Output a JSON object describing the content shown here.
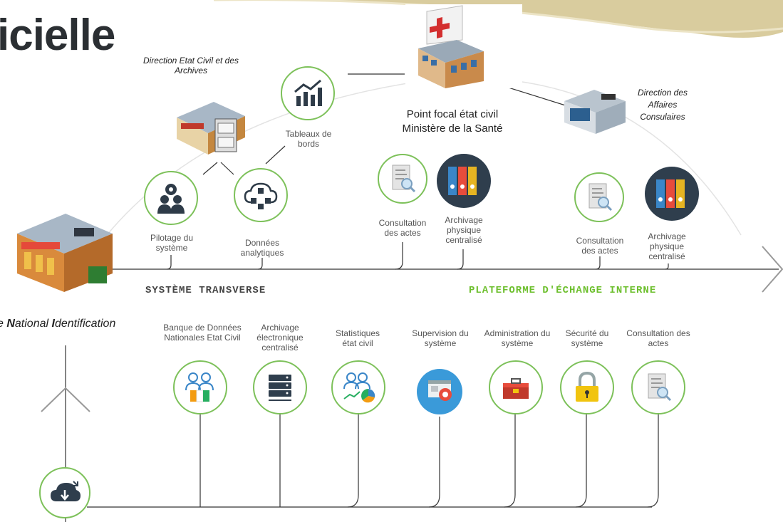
{
  "title_fragment": "icielle",
  "directions": {
    "etat_civil": "Direction Etat Civil et des Archives",
    "consulaires_1": "Direction des",
    "consulaires_2": "Affaires",
    "consulaires_3": "Consulaires"
  },
  "point_focal": {
    "line1": "Point focal état civil",
    "line2": "Ministère de la Santé"
  },
  "top_nodes": {
    "tableaux": "Tableaux de bords",
    "pilotage": "Pilotage du système",
    "donnees": "Données analytiques",
    "consultation_1": "Consultation des actes",
    "archivage_1": "Archivage physique centralisé",
    "consultation_2": "Consultation des actes",
    "archivage_2": "Archivage physique centralisé"
  },
  "systeme_transverse": "SYSTÈME TRANSVERSE",
  "plateforme": "PLATEFORME D'ÉCHANGE INTERNE",
  "oni": {
    "prefix": "ce ",
    "n": "N",
    "ational": "ational ",
    "i": "I",
    "dentification": "dentification"
  },
  "bottom_nodes": {
    "banque": "Banque de Données Nationales Etat Civil",
    "archivage_elec": "Archivage électronique centralisé",
    "statistiques": "Statistiques état civil",
    "supervision": "Supervision du système",
    "administration": "Administration du système",
    "securite": "Sécurité du système",
    "consultation": "Consultation des actes"
  },
  "colors": {
    "accent_green": "#7dc15a",
    "plateforme_green": "#6cbf2c",
    "banner_gold": "#d6c99a"
  },
  "icons": [
    "eye-users-icon",
    "data-cloud-icon",
    "chart-growth-icon",
    "document-search-icon",
    "binders-icon",
    "users-flag-icon",
    "server-icon",
    "users-pie-icon",
    "monitor-eye-icon",
    "toolbox-icon",
    "padlock-icon",
    "cloud-download-icon",
    "hospital-building-icon",
    "archive-building-icon",
    "consulate-building-icon",
    "oni-building-icon"
  ]
}
